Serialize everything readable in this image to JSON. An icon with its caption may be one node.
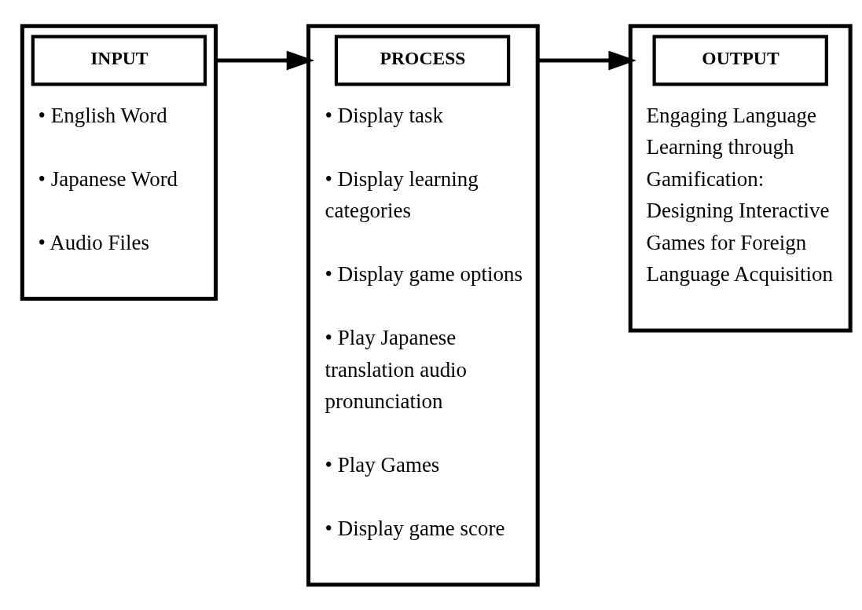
{
  "diagram": {
    "nodes": [
      {
        "text": [
          "• English Word",
          "• Japanese Word",
          "• Audio Files"
        ]
      },
      {
        "text": [
          "INPUT"
        ],
        "in": 0
      },
      {
        "text": [
          "• Display task",
          "• Display learning categories",
          "• Display game options",
          "• Play Japanese translation audio pronunciation",
          "• Play Games",
          "• Display game score"
        ]
      },
      {
        "text": [
          "PROCESS"
        ],
        "in": 2
      },
      {
        "text": [
          "Engaging Language Learning through Gamification: Designing Interactive Games for Foreign Language Acquisition"
        ]
      },
      {
        "text": [
          "OUTPUT"
        ],
        "in": 4
      }
    ],
    "edges": [
      {
        "from": 0,
        "to": 2,
        "arrow": "to"
      },
      {
        "from": 2,
        "to": 4,
        "arrow": "to"
      }
    ]
  }
}
